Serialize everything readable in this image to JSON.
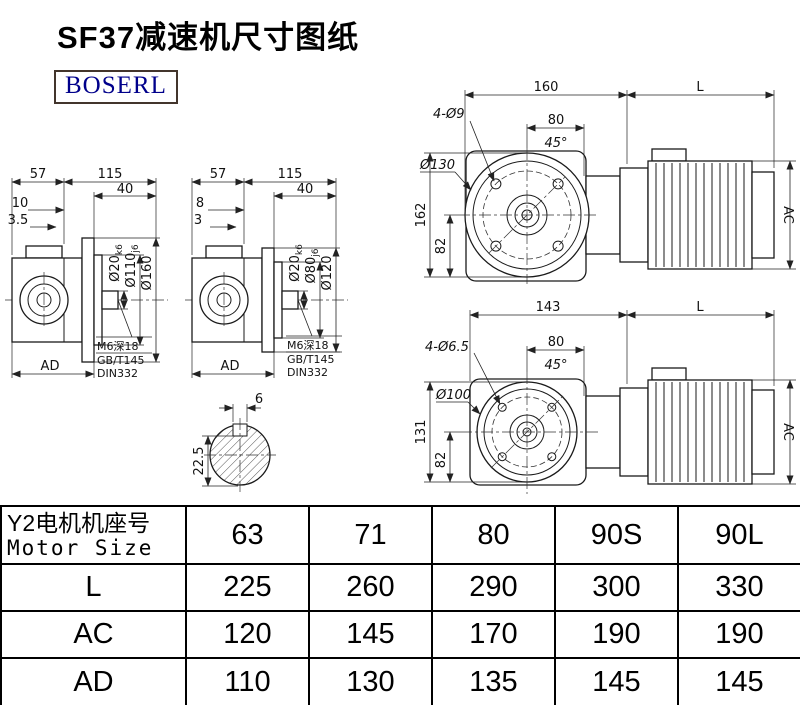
{
  "page": {
    "title": "SF37减速机尺寸图纸",
    "brand": "BOSERL",
    "colors": {
      "brand_text": "#00008b",
      "line": "#1a1a1a",
      "background": "#ffffff"
    }
  },
  "drawings": {
    "side_view_1": {
      "width_a": "57",
      "width_b": "115",
      "shaft_len": "40",
      "step_a": "10",
      "step_b": "3.5",
      "shaft_dia": "Ø20",
      "shaft_tol": "k6",
      "spigot_dia": "Ø110",
      "spigot_tol": "j6",
      "flange_dia": "Ø160",
      "depth_label": "AD",
      "note_l1": "M6深18",
      "note_l2": "GB/T145",
      "note_l3": "DIN332"
    },
    "side_view_2": {
      "width_a": "57",
      "width_b": "115",
      "shaft_len": "40",
      "step_a": "8",
      "step_b": "3",
      "shaft_dia": "Ø20",
      "shaft_tol": "k6",
      "spigot_dia": "Ø80",
      "spigot_tol": "j6",
      "flange_dia": "Ø120",
      "depth_label": "AD",
      "note_l1": "M6深18",
      "note_l2": "GB/T145",
      "note_l3": "DIN332"
    },
    "front_view_top": {
      "gearbox_len": "160",
      "motor_len": "L",
      "bolt_holes": "4-Ø9",
      "center_to_flange": "80",
      "bolt_angle": "45°",
      "flange_circle": "Ø130",
      "overall_height": "162",
      "center_height": "82",
      "motor_height": "AC"
    },
    "front_view_bottom": {
      "gearbox_len": "143",
      "motor_len": "L",
      "bolt_holes": "4-Ø6.5",
      "center_to_flange": "80",
      "bolt_angle": "45°",
      "flange_circle": "Ø100",
      "overall_height": "131",
      "center_height": "82",
      "motor_height": "AC"
    },
    "shaft_section": {
      "keyway_width": "6",
      "keyway_depth": "22.5"
    }
  },
  "table": {
    "header_cn": "Y2电机机座号",
    "header_en": "Motor Size",
    "columns": [
      "63",
      "71",
      "80",
      "90S",
      "90L"
    ],
    "rows": [
      {
        "label": "L",
        "values": [
          "225",
          "260",
          "290",
          "300",
          "330"
        ]
      },
      {
        "label": "AC",
        "values": [
          "120",
          "145",
          "170",
          "190",
          "190"
        ]
      },
      {
        "label": "AD",
        "values": [
          "110",
          "130",
          "135",
          "145",
          "145"
        ]
      }
    ]
  }
}
